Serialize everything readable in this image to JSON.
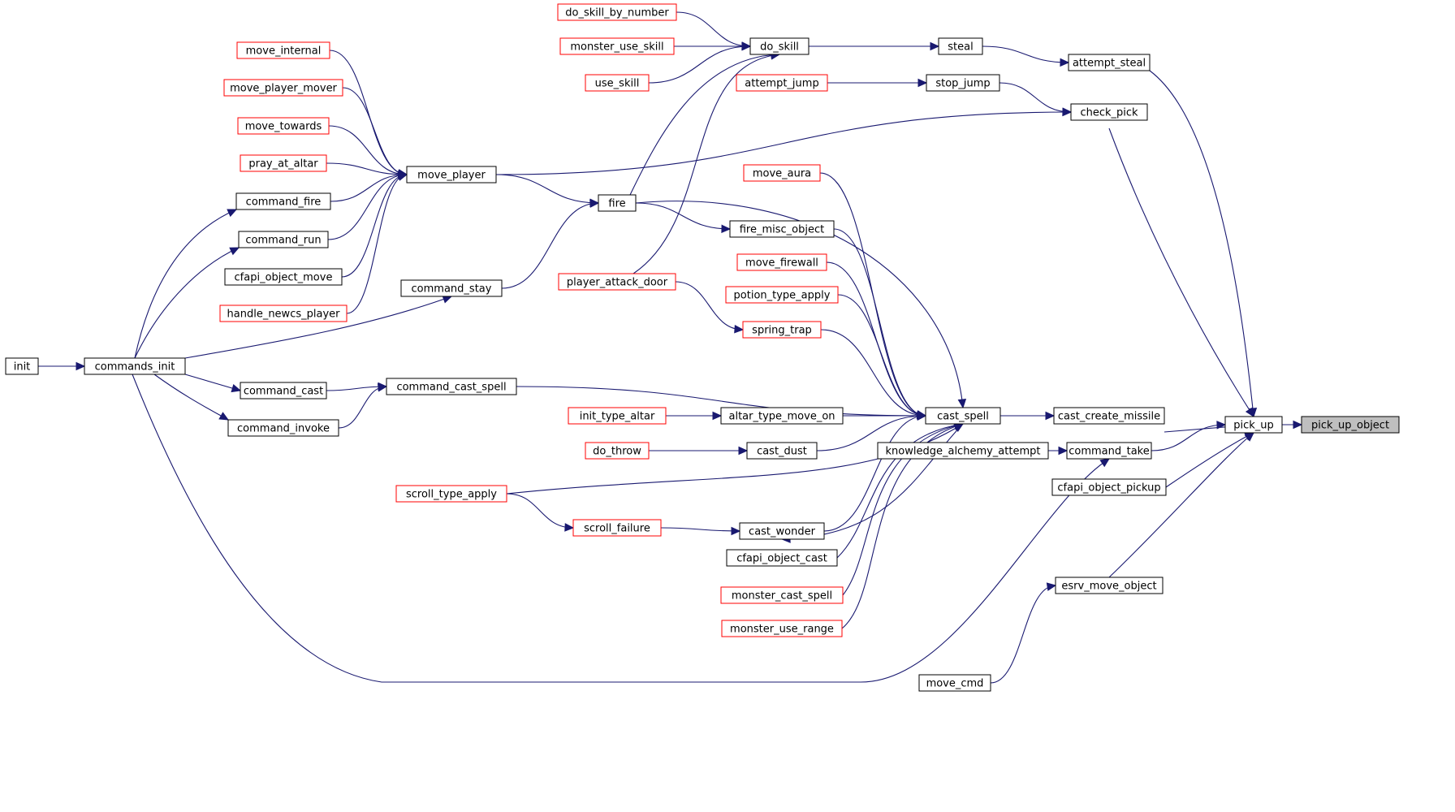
{
  "diagram": {
    "colors": {
      "edge": "#191970",
      "node_border_normal": "#000000",
      "node_border_truncated": "#ff0000",
      "node_fill": "#ffffff",
      "node_fill_focus": "#bfbfbf"
    },
    "nodes": [
      {
        "id": "pick_up_object",
        "label": "pick_up_object",
        "style": "focus"
      },
      {
        "id": "pick_up",
        "label": "pick_up",
        "style": "normal"
      },
      {
        "id": "attempt_steal",
        "label": "attempt_steal",
        "style": "normal"
      },
      {
        "id": "check_pick",
        "label": "check_pick",
        "style": "normal"
      },
      {
        "id": "cast_create_missile",
        "label": "cast_create_missile",
        "style": "normal"
      },
      {
        "id": "command_take",
        "label": "command_take",
        "style": "normal"
      },
      {
        "id": "cfapi_object_pickup",
        "label": "cfapi_object_pickup",
        "style": "normal"
      },
      {
        "id": "esrv_move_object",
        "label": "esrv_move_object",
        "style": "normal"
      },
      {
        "id": "move_cmd",
        "label": "move_cmd",
        "style": "normal"
      },
      {
        "id": "steal",
        "label": "steal",
        "style": "normal"
      },
      {
        "id": "stop_jump",
        "label": "stop_jump",
        "style": "normal"
      },
      {
        "id": "cast_spell",
        "label": "cast_spell",
        "style": "normal"
      },
      {
        "id": "knowledge_alchemy_attempt",
        "label": "knowledge_alchemy_attempt",
        "style": "normal"
      },
      {
        "id": "do_skill",
        "label": "do_skill",
        "style": "normal"
      },
      {
        "id": "do_skill_by_number",
        "label": "do_skill_by_number",
        "style": "truncated"
      },
      {
        "id": "monster_use_skill",
        "label": "monster_use_skill",
        "style": "truncated"
      },
      {
        "id": "use_skill",
        "label": "use_skill",
        "style": "truncated"
      },
      {
        "id": "attempt_jump",
        "label": "attempt_jump",
        "style": "truncated"
      },
      {
        "id": "move_aura",
        "label": "move_aura",
        "style": "truncated"
      },
      {
        "id": "fire",
        "label": "fire",
        "style": "normal"
      },
      {
        "id": "fire_misc_object",
        "label": "fire_misc_object",
        "style": "normal"
      },
      {
        "id": "move_firewall",
        "label": "move_firewall",
        "style": "truncated"
      },
      {
        "id": "potion_type_apply",
        "label": "potion_type_apply",
        "style": "truncated"
      },
      {
        "id": "spring_trap",
        "label": "spring_trap",
        "style": "truncated"
      },
      {
        "id": "player_attack_door",
        "label": "player_attack_door",
        "style": "truncated"
      },
      {
        "id": "altar_type_move_on",
        "label": "altar_type_move_on",
        "style": "normal"
      },
      {
        "id": "init_type_altar",
        "label": "init_type_altar",
        "style": "truncated"
      },
      {
        "id": "cast_dust",
        "label": "cast_dust",
        "style": "normal"
      },
      {
        "id": "do_throw",
        "label": "do_throw",
        "style": "truncated"
      },
      {
        "id": "scroll_type_apply",
        "label": "scroll_type_apply",
        "style": "truncated"
      },
      {
        "id": "cast_wonder",
        "label": "cast_wonder",
        "style": "normal"
      },
      {
        "id": "scroll_failure",
        "label": "scroll_failure",
        "style": "truncated"
      },
      {
        "id": "cfapi_object_cast",
        "label": "cfapi_object_cast",
        "style": "normal"
      },
      {
        "id": "monster_cast_spell",
        "label": "monster_cast_spell",
        "style": "truncated"
      },
      {
        "id": "monster_use_range",
        "label": "monster_use_range",
        "style": "truncated"
      },
      {
        "id": "command_cast_spell",
        "label": "command_cast_spell",
        "style": "normal"
      },
      {
        "id": "command_cast",
        "label": "command_cast",
        "style": "normal"
      },
      {
        "id": "command_invoke",
        "label": "command_invoke",
        "style": "normal"
      },
      {
        "id": "move_player",
        "label": "move_player",
        "style": "normal"
      },
      {
        "id": "command_stay",
        "label": "command_stay",
        "style": "normal"
      },
      {
        "id": "move_internal",
        "label": "move_internal",
        "style": "truncated"
      },
      {
        "id": "move_player_mover",
        "label": "move_player_mover",
        "style": "truncated"
      },
      {
        "id": "move_towards",
        "label": "move_towards",
        "style": "truncated"
      },
      {
        "id": "pray_at_altar",
        "label": "pray_at_altar",
        "style": "truncated"
      },
      {
        "id": "command_fire",
        "label": "command_fire",
        "style": "normal"
      },
      {
        "id": "command_run",
        "label": "command_run",
        "style": "normal"
      },
      {
        "id": "cfapi_object_move",
        "label": "cfapi_object_move",
        "style": "normal"
      },
      {
        "id": "handle_newcs_player",
        "label": "handle_newcs_player",
        "style": "truncated"
      },
      {
        "id": "commands_init",
        "label": "commands_init",
        "style": "normal"
      },
      {
        "id": "init",
        "label": "init",
        "style": "normal"
      }
    ],
    "edges": [
      {
        "from": "pick_up",
        "to": "pick_up_object"
      },
      {
        "from": "attempt_steal",
        "to": "pick_up"
      },
      {
        "from": "check_pick",
        "to": "pick_up"
      },
      {
        "from": "cast_create_missile",
        "to": "pick_up"
      },
      {
        "from": "command_take",
        "to": "pick_up"
      },
      {
        "from": "cfapi_object_pickup",
        "to": "pick_up"
      },
      {
        "from": "esrv_move_object",
        "to": "pick_up"
      },
      {
        "from": "move_cmd",
        "to": "esrv_move_object"
      },
      {
        "from": "steal",
        "to": "attempt_steal"
      },
      {
        "from": "do_skill",
        "to": "steal"
      },
      {
        "from": "stop_jump",
        "to": "check_pick"
      },
      {
        "from": "move_player",
        "to": "check_pick"
      },
      {
        "from": "attempt_jump",
        "to": "stop_jump"
      },
      {
        "from": "do_skill_by_number",
        "to": "do_skill"
      },
      {
        "from": "monster_use_skill",
        "to": "do_skill"
      },
      {
        "from": "use_skill",
        "to": "do_skill"
      },
      {
        "from": "fire",
        "to": "do_skill"
      },
      {
        "from": "player_attack_door",
        "to": "do_skill"
      },
      {
        "from": "cast_spell",
        "to": "cast_create_missile"
      },
      {
        "from": "knowledge_alchemy_attempt",
        "to": "command_take"
      },
      {
        "from": "commands_init",
        "to": "command_take"
      },
      {
        "from": "move_aura",
        "to": "cast_spell"
      },
      {
        "from": "fire",
        "to": "cast_spell"
      },
      {
        "from": "fire_misc_object",
        "to": "cast_spell"
      },
      {
        "from": "move_firewall",
        "to": "cast_spell"
      },
      {
        "from": "potion_type_apply",
        "to": "cast_spell"
      },
      {
        "from": "spring_trap",
        "to": "cast_spell"
      },
      {
        "from": "command_cast_spell",
        "to": "cast_spell"
      },
      {
        "from": "altar_type_move_on",
        "to": "cast_spell"
      },
      {
        "from": "cast_dust",
        "to": "cast_spell"
      },
      {
        "from": "scroll_type_apply",
        "to": "cast_spell"
      },
      {
        "from": "cast_wonder",
        "to": "cast_spell"
      },
      {
        "from": "cfapi_object_cast",
        "to": "cast_spell"
      },
      {
        "from": "monster_cast_spell",
        "to": "cast_spell"
      },
      {
        "from": "monster_use_range",
        "to": "cast_spell"
      },
      {
        "from": "cast_spell",
        "to": "cast_wonder"
      },
      {
        "from": "fire",
        "to": "fire_misc_object"
      },
      {
        "from": "move_player",
        "to": "fire"
      },
      {
        "from": "command_stay",
        "to": "fire"
      },
      {
        "from": "player_attack_door",
        "to": "spring_trap"
      },
      {
        "from": "init_type_altar",
        "to": "altar_type_move_on"
      },
      {
        "from": "do_throw",
        "to": "cast_dust"
      },
      {
        "from": "scroll_type_apply",
        "to": "scroll_failure"
      },
      {
        "from": "scroll_failure",
        "to": "cast_wonder"
      },
      {
        "from": "command_cast",
        "to": "command_cast_spell"
      },
      {
        "from": "command_invoke",
        "to": "command_cast_spell"
      },
      {
        "from": "commands_init",
        "to": "command_cast"
      },
      {
        "from": "commands_init",
        "to": "command_invoke"
      },
      {
        "from": "move_internal",
        "to": "move_player"
      },
      {
        "from": "move_player_mover",
        "to": "move_player"
      },
      {
        "from": "move_towards",
        "to": "move_player"
      },
      {
        "from": "pray_at_altar",
        "to": "move_player"
      },
      {
        "from": "command_fire",
        "to": "move_player"
      },
      {
        "from": "command_run",
        "to": "move_player"
      },
      {
        "from": "cfapi_object_move",
        "to": "move_player"
      },
      {
        "from": "handle_newcs_player",
        "to": "move_player"
      },
      {
        "from": "commands_init",
        "to": "command_fire"
      },
      {
        "from": "commands_init",
        "to": "command_run"
      },
      {
        "from": "commands_init",
        "to": "command_stay"
      },
      {
        "from": "init",
        "to": "commands_init"
      }
    ]
  }
}
